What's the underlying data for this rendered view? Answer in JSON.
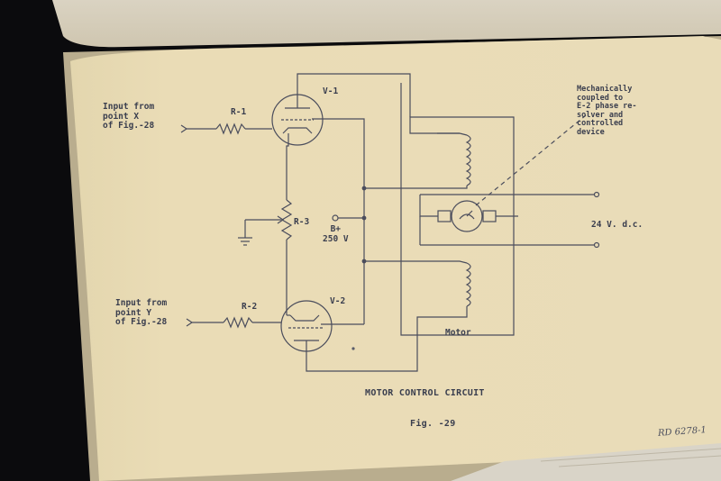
{
  "schematic": {
    "input_x": "Input from\npoint X\nof Fig.-28",
    "input_y": "Input from\npoint Y\nof Fig.-28",
    "r1": "R-1",
    "r2": "R-2",
    "r3": "R-3",
    "v1": "V-1",
    "v2": "V-2",
    "supply": "B+\n250 V",
    "note": "Mechanically\ncoupled to\nE-2 phase re-\nsolver and\ncontrolled\ndevice",
    "dc_supply": "24 V. d.c.",
    "motor_label": "Motor"
  },
  "caption": {
    "title": "MOTOR CONTROL CIRCUIT",
    "figure": "Fig. -29"
  },
  "reference": "RD 6278-1"
}
